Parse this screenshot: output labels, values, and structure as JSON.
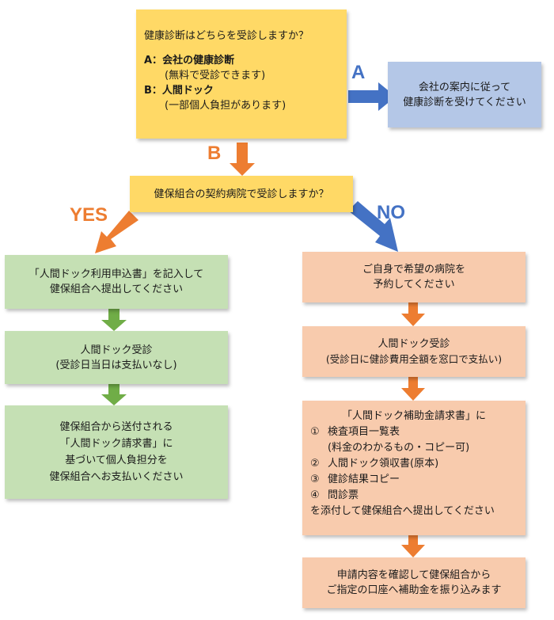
{
  "q1": {
    "question": "健康診断はどちらを受診しますか？",
    "option_a_prefix": "A：",
    "option_a": "会社の健康診断",
    "option_a_note": "(無料で受診できます)",
    "option_b_prefix": "B：",
    "option_b": "人間ドック",
    "option_b_note": "(一部個人負担があります)"
  },
  "a_result": {
    "line1": "会社の案内に従って",
    "line2": "健康診断を受けてください"
  },
  "labels": {
    "a": "A",
    "b": "B",
    "yes": "YES",
    "no": "NO"
  },
  "q2": {
    "question": "健保組合の契約病院で受診しますか？"
  },
  "yes_steps": {
    "step1_line1": "「人間ドック利用申込書」を記入して",
    "step1_line2": "健保組合へ提出してください",
    "step2_line1": "人間ドック受診",
    "step2_line2": "(受診日当日は支払いなし)",
    "step3_line1": "健保組合から送付される",
    "step3_line2": "「人間ドック請求書」に",
    "step3_line3": "基づいて個人負担分を",
    "step3_line4": "健保組合へお支払いください"
  },
  "no_steps": {
    "step1_line1": "ご自身で希望の病院を",
    "step1_line2": "予約してください",
    "step2_line1": "人間ドック受診",
    "step2_line2": "(受診日に健診費用全額を窓口で支払い)",
    "step3_title": "「人間ドック補助金請求書」に",
    "step3_items": [
      {
        "num": "①",
        "text": "検査項目一覧表"
      },
      {
        "num": "",
        "text": "(料金のわかるもの・コピー可)"
      },
      {
        "num": "②",
        "text": "人間ドック領収書(原本)"
      },
      {
        "num": "③",
        "text": "健診結果コピー"
      },
      {
        "num": "④",
        "text": "問診票"
      }
    ],
    "step3_footer": "を添付して健保組合へ提出してください",
    "step4_line1": "申請内容を確認して健保組合から",
    "step4_line2": "ご指定の口座へ補助金を振り込みます"
  },
  "colors": {
    "yellow": "#ffd966",
    "blue_box": "#b4c7e7",
    "green_box": "#c5e0b4",
    "peach_box": "#f8cbad",
    "arrow_blue": "#4472c4",
    "arrow_orange": "#ed7d31",
    "arrow_green": "#70ad47"
  }
}
